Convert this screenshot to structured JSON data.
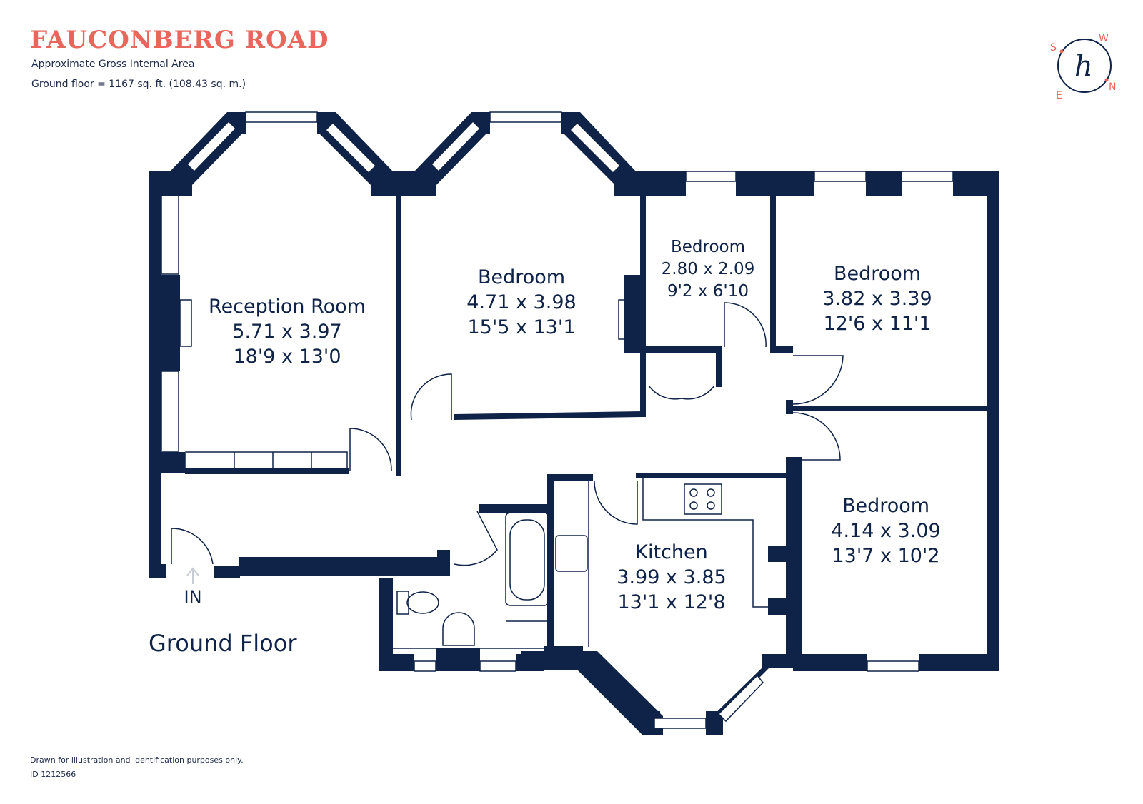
{
  "header": {
    "title": "FAUCONBERG ROAD",
    "subtitle": "Approximate Gross Internal Area",
    "area": "Ground floor = 1167 sq. ft. (108.43 sq. m.)"
  },
  "compass": {
    "letters": [
      "S",
      "W",
      "E",
      "N"
    ],
    "logo": "h"
  },
  "rooms": [
    {
      "name": "Reception Room",
      "metric": "5.71 x 3.97",
      "imperial": "18'9 x 13'0"
    },
    {
      "name": "Bedroom",
      "metric": "4.71 x 3.98",
      "imperial": "15'5 x 13'1"
    },
    {
      "name": "Bedroom",
      "metric": "2.80 x 2.09",
      "imperial": "9'2 x 6'10"
    },
    {
      "name": "Bedroom",
      "metric": "3.82 x 3.39",
      "imperial": "12'6 x 11'1"
    },
    {
      "name": "Bedroom",
      "metric": "4.14 x 3.09",
      "imperial": "13'7 x 10'2"
    },
    {
      "name": "Kitchen",
      "metric": "3.99 x 3.85",
      "imperial": "13'1 x 12'8"
    }
  ],
  "entrance_label": "IN",
  "floor_label": "Ground Floor",
  "footer": {
    "disclaimer": "Drawn for illustration and identification purposes only.",
    "id": "ID 1212566"
  },
  "colors": {
    "walls": "#0f2248",
    "title": "#e8665b",
    "background": "#ffffff"
  }
}
